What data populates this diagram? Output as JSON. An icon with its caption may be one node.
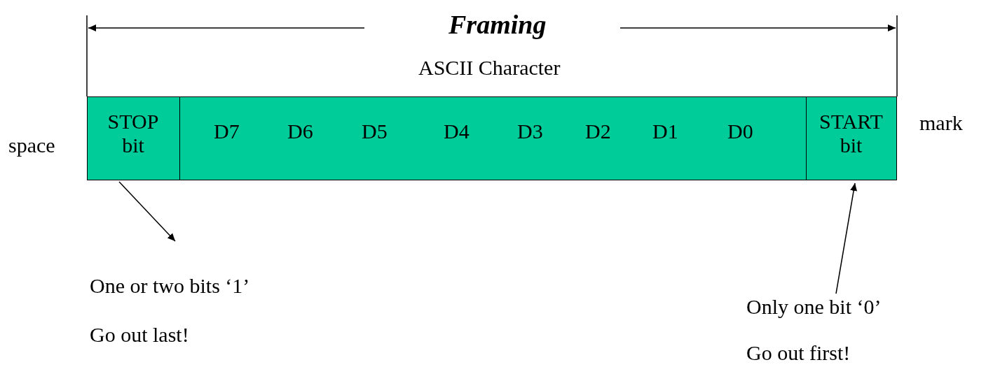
{
  "diagram": {
    "title": "Framing",
    "nodes": [
      {
        "text": [
          "STOP bit"
        ]
      },
      {
        "text": [
          "D7",
          "D6",
          "D5",
          "D4",
          "D3",
          "D2",
          "D1",
          "D0"
        ]
      },
      {
        "text": [
          "START bit"
        ]
      },
      {
        "text": [
          "One or two bits ‘1’",
          "Go out last!"
        ]
      },
      {
        "text": [
          "Only one bit ‘0’",
          "Go out first!"
        ]
      }
    ],
    "edges": [
      {
        "from": 0,
        "to": 3,
        "arrow": "to"
      },
      {
        "from": 4,
        "to": 2,
        "arrow": "to"
      }
    ],
    "labels": [
      "ASCII Character",
      "space",
      "mark"
    ]
  }
}
